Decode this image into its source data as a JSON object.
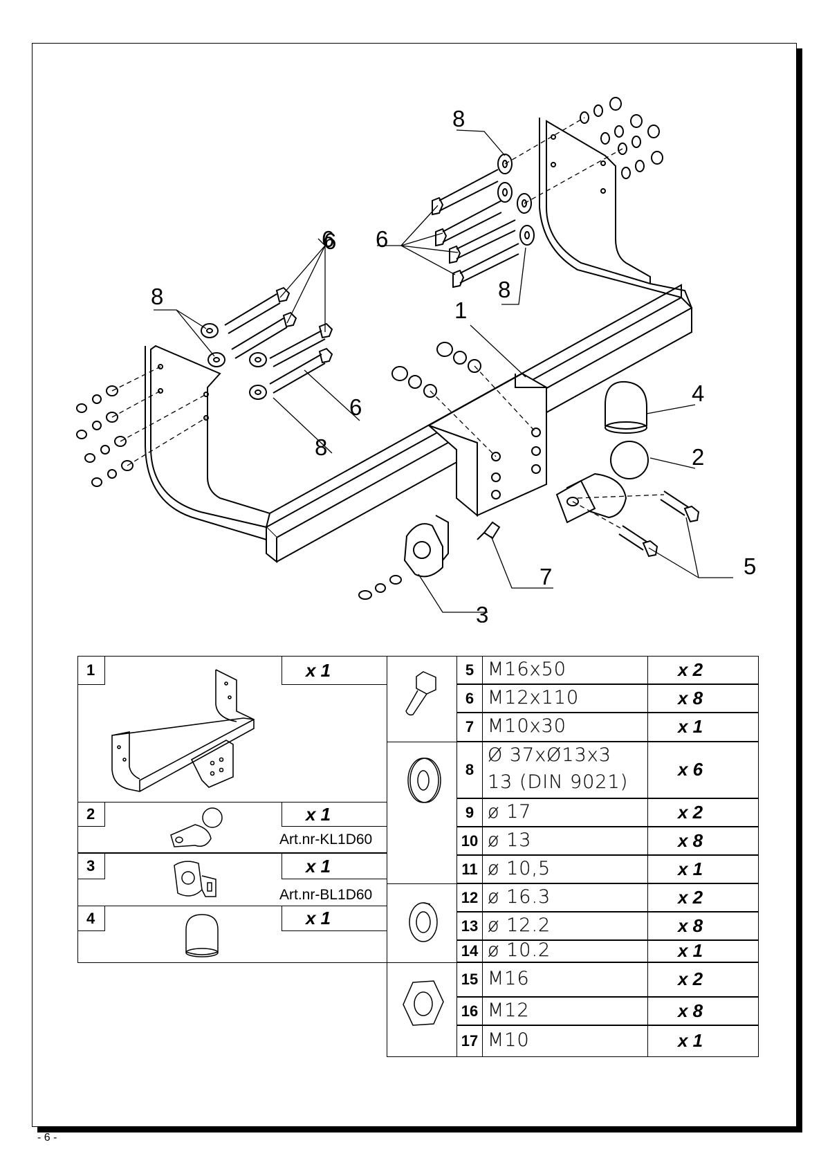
{
  "diagram": {
    "callouts": [
      "8",
      "6",
      "6",
      "8",
      "8",
      "6",
      "1",
      "4",
      "2",
      "6",
      "8",
      "5",
      "7",
      "3"
    ]
  },
  "table": {
    "assemblies": [
      {
        "num": "1",
        "qty": "x 1",
        "icon": "towbar-frame-icon"
      },
      {
        "num": "2",
        "qty": "x 1",
        "art": "Art.nr-KL1D60",
        "icon": "towball-icon"
      },
      {
        "num": "3",
        "qty": "x 1",
        "art": "Art.nr-BL1D60",
        "icon": "socket-plate-icon"
      },
      {
        "num": "4",
        "qty": "x 1",
        "icon": "ball-cover-icon"
      }
    ],
    "hardware": [
      {
        "num": "5",
        "spec": "M16x50",
        "qty": "x 2"
      },
      {
        "num": "6",
        "spec": "M12x110",
        "qty": "x 8"
      },
      {
        "num": "7",
        "spec": "M10x30",
        "qty": "x 1"
      },
      {
        "num": "8",
        "spec": "Ø 37xØ13x3",
        "spec2": "13  (DIN 9021)",
        "qty": "x 6"
      },
      {
        "num": "9",
        "spec": "ø 17",
        "qty": "x 2"
      },
      {
        "num": "10",
        "spec": "ø 13",
        "qty": "x 8"
      },
      {
        "num": "11",
        "spec": "ø 10,5",
        "qty": "x 1"
      },
      {
        "num": "12",
        "spec": "ø 16.3",
        "qty": "x 2"
      },
      {
        "num": "13",
        "spec": "ø 12.2",
        "qty": "x 8"
      },
      {
        "num": "14",
        "spec": "ø 10.2",
        "qty": "x 1"
      },
      {
        "num": "15",
        "spec": "M16",
        "qty": "x 2"
      },
      {
        "num": "16",
        "spec": "M12",
        "qty": "x 8"
      },
      {
        "num": "17",
        "spec": "M10",
        "qty": "x 1"
      }
    ],
    "group_icons": [
      "bolt-icon",
      "flat-washer-icon",
      "spring-washer-icon",
      "hex-nut-icon"
    ]
  },
  "footer": {
    "page": "- 6 -"
  }
}
